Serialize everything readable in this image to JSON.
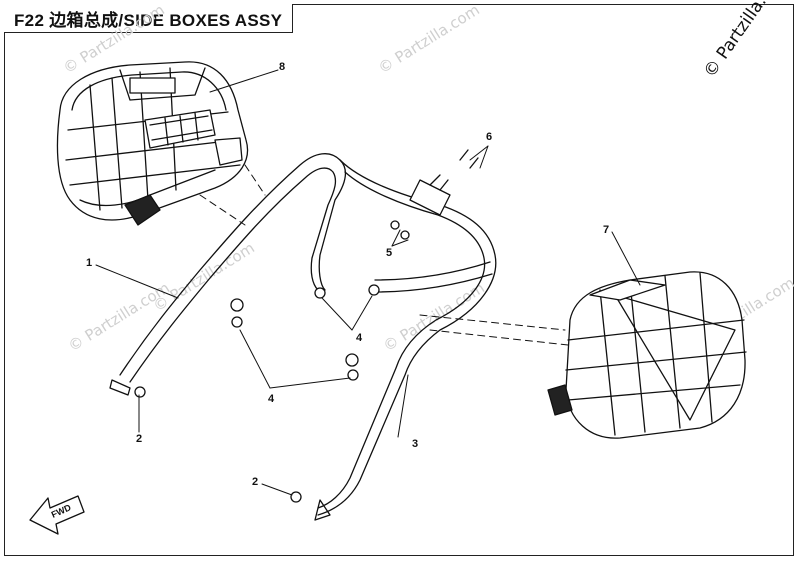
{
  "title": "F22 边箱总成/SIDE BOXES ASSY",
  "watermark": "© Partzilla.com",
  "fwd_label": "FWD",
  "callouts": {
    "c1": "1",
    "c2a": "2",
    "c2b": "2",
    "c3": "3",
    "c4a": "4",
    "c4b": "4",
    "c5": "5",
    "c6": "6",
    "c7": "7",
    "c8": "8"
  }
}
